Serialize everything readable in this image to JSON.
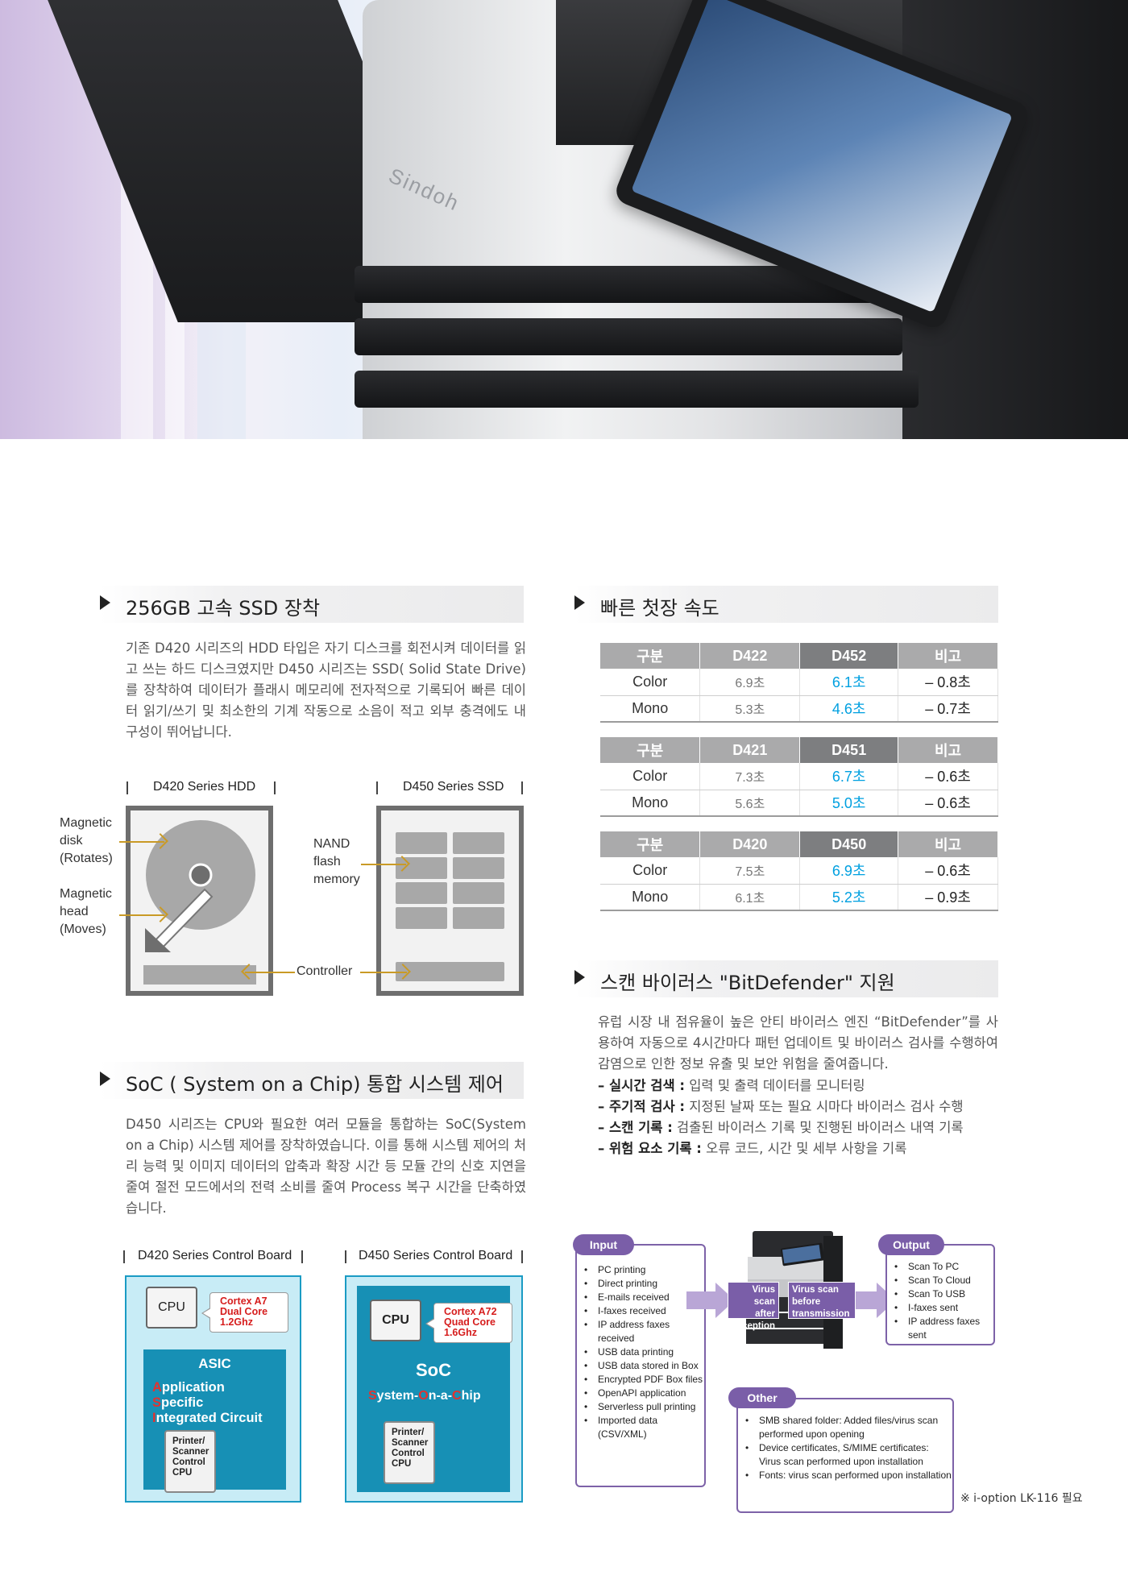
{
  "hero": {
    "brand": "Sindoh"
  },
  "ssd": {
    "title": "256GB 고속 SSD 장착",
    "body": "기존 D420 시리즈의 HDD 타입은 자기 디스크를 회전시켜 데이터를 읽고 쓰는 하드 디스크였지만 D450 시리즈는 SSD( Solid State Drive)를 장착하여 데이터가 플래시 메모리에 전자적으로 기록되어 빠른 데이터 읽기/쓰기 및 최소한의 기계 작동으로 소음이 적고 외부 충격에도 내구성이 뛰어납니다.",
    "hdd_label": "D420 Series HDD",
    "ssd_label": "D450 Series SSD",
    "magnetic_disk": [
      "Magnetic",
      "disk",
      "(Rotates)"
    ],
    "magnetic_head": [
      "Magnetic",
      "head",
      "(Moves)"
    ],
    "nand": [
      "NAND",
      "flash",
      "memory"
    ],
    "controller": "Controller"
  },
  "soc": {
    "title": "SoC ( System on a Chip) 통합 시스템 제어",
    "body": "D450 시리즈는 CPU와 필요한 여러 모듈을 통합하는 SoC(System on a Chip) 시스템 제어를 장착하였습니다. 이를 통해 시스템 제어의 처리 능력 및 이미지 데이터의 압축과 확장 시간 등 모듈 간의 신호 지연을 줄여 절전 모드에서의 전력 소비를 줄여 Process 복구 시간을 단축하였습니다.",
    "left_label": "D420 Series Control Board",
    "right_label": "D450 Series Control Board",
    "cpu": "CPU",
    "left_callout": [
      "Cortex A7",
      "Dual Core",
      "1.2Ghz"
    ],
    "right_callout": [
      "Cortex A72",
      "Quad Core",
      "1.6Ghz"
    ],
    "asic_name": "ASIC",
    "asic_lines": [
      {
        "initial": "A",
        "rest": "pplication"
      },
      {
        "initial": "S",
        "rest": "pecific"
      },
      {
        "initial": "I",
        "rest": "ntegrated Circuit"
      }
    ],
    "soc_name": "SoC",
    "soc_parts": {
      "s": "S",
      "s_rest": "ystem-",
      "o": "O",
      "o_rest": "n-a-",
      "c": "C",
      "c_rest": "hip"
    },
    "mini": [
      "Printer/",
      "Scanner",
      "Control",
      "CPU"
    ]
  },
  "speed": {
    "title": "빠른 첫장 속도",
    "tables": [
      {
        "header": [
          "구분",
          "D422",
          "D452",
          "비고"
        ],
        "rows": [
          [
            "Color",
            "6.9초",
            "6.1초",
            "– 0.8초"
          ],
          [
            "Mono",
            "5.3초",
            "4.6초",
            "– 0.7초"
          ]
        ]
      },
      {
        "header": [
          "구분",
          "D421",
          "D451",
          "비고"
        ],
        "rows": [
          [
            "Color",
            "7.3초",
            "6.7초",
            "– 0.6초"
          ],
          [
            "Mono",
            "5.6초",
            "5.0초",
            "– 0.6초"
          ]
        ]
      },
      {
        "header": [
          "구분",
          "D420",
          "D450",
          "비고"
        ],
        "rows": [
          [
            "Color",
            "7.5초",
            "6.9초",
            "– 0.6초"
          ],
          [
            "Mono",
            "6.1초",
            "5.2초",
            "– 0.9초"
          ]
        ]
      }
    ]
  },
  "virus": {
    "title": "스캔 바이러스 \"BitDefender\" 지원",
    "body": "유럽 시장 내 점유율이 높은 안티 바이러스 엔진 “BitDefender”를 사용하여 자동으로 4시간마다 패턴 업데이트 및 바이러스 검사를 수행하여 감염으로 인한 정보 유출 및 보안 위험을 줄여줍니다.",
    "bullets": [
      {
        "label": "– 실시간 검색 :",
        "text": " 입력 및 출력 데이터를 모니터링"
      },
      {
        "label": "– 주기적 검사 :",
        "text": " 지정된 날짜 또는 필요 시마다 바이러스 검사 수행"
      },
      {
        "label": "– 스캔 기록 :",
        "text": " 검출된 바이러스 기록 및 진행된 바이러스 내역 기록"
      },
      {
        "label": "– 위험 요소 기록 :",
        "text": " 오류 코드, 시간 및 세부 사항을 기록"
      }
    ]
  },
  "flow": {
    "input_tag": "Input",
    "input_items": [
      "PC printing",
      "Direct printing",
      "E-mails received",
      "I-faxes received",
      "IP address faxes received",
      "USB data printing",
      "USB data stored in Box",
      "Encrypted PDF Box files",
      "OpenAPI application",
      "Serverless pull printing",
      "Imported data (CSV/XML)"
    ],
    "scan_after": [
      "Virus scan",
      "after",
      "reception"
    ],
    "scan_before": [
      "Virus scan",
      "before",
      "transmission"
    ],
    "output_tag": "Output",
    "output_items": [
      "Scan To PC",
      "Scan To Cloud",
      "Scan To USB",
      "I-faxes sent",
      "IP address faxes sent"
    ],
    "other_tag": "Other",
    "other_items": [
      "SMB shared folder: Added files/virus scan performed upon opening",
      "Device certificates, S/MIME certificates: Virus scan performed upon installation",
      "Fonts: virus scan performed upon installation"
    ],
    "footnote": "※ i-option LK-116 필요"
  },
  "colors": {
    "accent_purple": "#7a5ea8",
    "board_blue": "#1790b5",
    "new_value_blue": "#00a0e0",
    "arrow_gold": "#c99a26"
  }
}
